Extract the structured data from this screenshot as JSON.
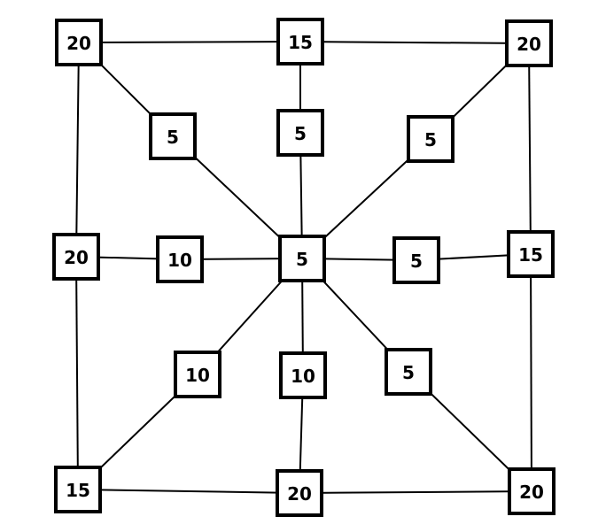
{
  "colors": {
    "line": "#000000",
    "box_fill": "#ffffff",
    "box_stroke": "#000000",
    "text": "#000000"
  },
  "nodes": [
    {
      "id": "top-left",
      "value": "20"
    },
    {
      "id": "top-mid",
      "value": "15"
    },
    {
      "id": "top-right",
      "value": "20"
    },
    {
      "id": "inner-tl",
      "value": "5"
    },
    {
      "id": "inner-top",
      "value": "5"
    },
    {
      "id": "inner-tr",
      "value": "5"
    },
    {
      "id": "mid-left",
      "value": "20"
    },
    {
      "id": "inner-left",
      "value": "10"
    },
    {
      "id": "center",
      "value": "5"
    },
    {
      "id": "inner-right",
      "value": "5"
    },
    {
      "id": "mid-right",
      "value": "15"
    },
    {
      "id": "inner-bl",
      "value": "10"
    },
    {
      "id": "inner-bottom",
      "value": "10"
    },
    {
      "id": "inner-br",
      "value": "5"
    },
    {
      "id": "bottom-left",
      "value": "15"
    },
    {
      "id": "bottom-mid",
      "value": "20"
    },
    {
      "id": "bottom-right",
      "value": "20"
    }
  ],
  "edges": [
    [
      "top-left",
      "top-mid"
    ],
    [
      "top-mid",
      "top-right"
    ],
    [
      "top-right",
      "mid-right"
    ],
    [
      "mid-right",
      "bottom-right"
    ],
    [
      "bottom-right",
      "bottom-mid"
    ],
    [
      "bottom-mid",
      "bottom-left"
    ],
    [
      "bottom-left",
      "mid-left"
    ],
    [
      "mid-left",
      "top-left"
    ],
    [
      "top-left",
      "inner-tl"
    ],
    [
      "inner-tl",
      "center"
    ],
    [
      "top-mid",
      "inner-top"
    ],
    [
      "inner-top",
      "center"
    ],
    [
      "top-right",
      "inner-tr"
    ],
    [
      "inner-tr",
      "center"
    ],
    [
      "mid-left",
      "inner-left"
    ],
    [
      "inner-left",
      "center"
    ],
    [
      "mid-right",
      "inner-right"
    ],
    [
      "inner-right",
      "center"
    ],
    [
      "bottom-left",
      "inner-bl"
    ],
    [
      "inner-bl",
      "center"
    ],
    [
      "bottom-mid",
      "inner-bottom"
    ],
    [
      "inner-bottom",
      "center"
    ],
    [
      "bottom-right",
      "inner-br"
    ],
    [
      "inner-br",
      "center"
    ]
  ]
}
